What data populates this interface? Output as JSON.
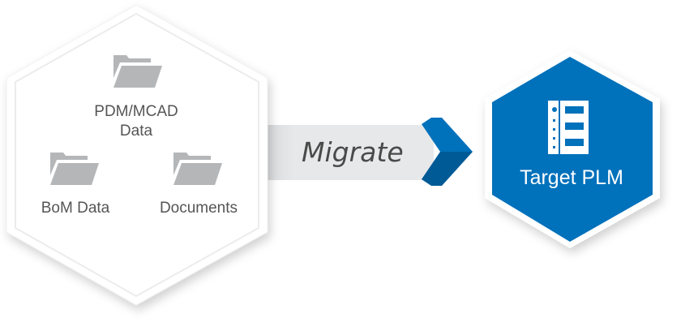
{
  "source": {
    "items": [
      {
        "label_line1": "PDM/MCAD",
        "label_line2": "Data",
        "icon": "folder-icon"
      },
      {
        "label": "BoM Data",
        "icon": "folder-icon"
      },
      {
        "label": "Documents",
        "icon": "folder-icon"
      }
    ]
  },
  "arrow": {
    "label": "Migrate",
    "icon": "chevron-right-icon"
  },
  "target": {
    "label": "Target PLM",
    "icon": "server-rack-icon"
  },
  "colors": {
    "accent": "#0071bb",
    "accent_dark": "#005a96",
    "folder": "#b4b6b8",
    "band": "#e6e7e8",
    "text": "#555555"
  }
}
